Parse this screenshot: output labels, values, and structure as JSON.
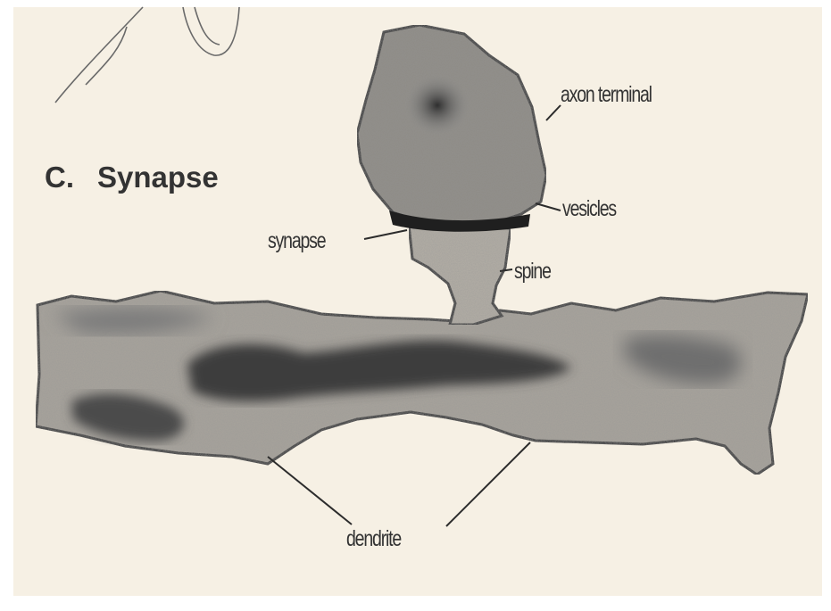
{
  "panel": {
    "letter": "C.",
    "title": "Synapse"
  },
  "labels": {
    "axon_terminal": "axon terminal",
    "vesicles": "vesicles",
    "synapse": "synapse",
    "spine": "spine",
    "dendrite": "dendrite"
  },
  "colors": {
    "paper": "#f6f0e4",
    "outline": "#2c2c2c",
    "cell_fill": "#8d8d8d",
    "cell_fill_light": "#b9b5ad",
    "dark_core": "#4a4a4a",
    "text": "#333333"
  }
}
